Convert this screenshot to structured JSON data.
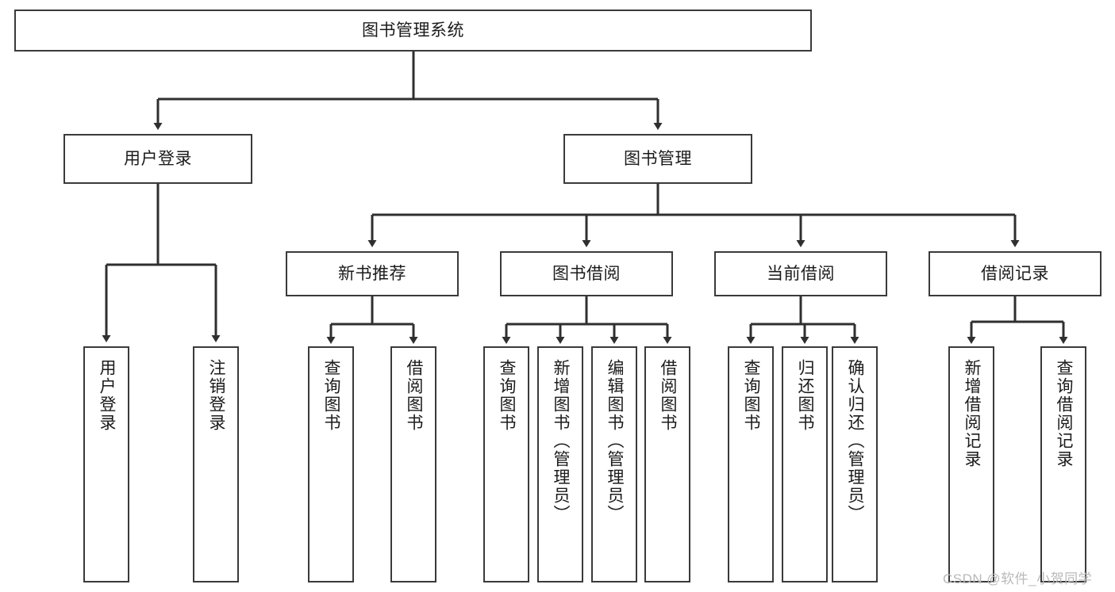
{
  "diagram": {
    "type": "tree-hierarchy-chart",
    "title_text": "图书管理系统",
    "colors": {
      "box_border": "#3a3a3a",
      "box_fill": "#ffffff",
      "connector": "#2f2f2f",
      "text": "#1b1b1b",
      "watermark": "#b9b9b9",
      "background": "#ffffff"
    },
    "levels": {
      "level0": [
        "图书管理系统"
      ],
      "level1": [
        "用户登录",
        "图书管理"
      ],
      "level2": [
        "新书推荐",
        "图书借阅",
        "当前借阅",
        "借阅记录"
      ],
      "level3": [
        "用户登录",
        "注销登录",
        "查询图书",
        "借阅图书",
        "查询图书",
        "新增图书（管理员）",
        "编辑图书（管理员）",
        "借阅图书",
        "查询图书",
        "归还图书",
        "确认归还（管理员）",
        "新增借阅记录",
        "查询借阅记录"
      ]
    },
    "nodes": {
      "root": {
        "label": "图书管理系统"
      },
      "user_login": {
        "label": "用户登录"
      },
      "book_manage": {
        "label": "图书管理"
      },
      "new_book_rec": {
        "label": "新书推荐"
      },
      "book_borrow": {
        "label": "图书借阅"
      },
      "current_borrow": {
        "label": "当前借阅"
      },
      "borrow_record": {
        "label": "借阅记录"
      },
      "leaf_user_login": {
        "label": "用户登录"
      },
      "leaf_logout": {
        "label": "注销登录"
      },
      "leaf_query_book_1": {
        "label": "查询图书"
      },
      "leaf_borrow_book_1": {
        "label": "借阅图书"
      },
      "leaf_query_book_2": {
        "label": "查询图书"
      },
      "leaf_add_book": {
        "label": "新增图书（管理员）"
      },
      "leaf_edit_book": {
        "label": "编辑图书（管理员）"
      },
      "leaf_borrow_book_2": {
        "label": "借阅图书"
      },
      "leaf_query_book_3": {
        "label": "查询图书"
      },
      "leaf_return_book": {
        "label": "归还图书"
      },
      "leaf_confirm_return": {
        "label": "确认归还（管理员）"
      },
      "leaf_add_record": {
        "label": "新增借阅记录"
      },
      "leaf_query_record": {
        "label": "查询借阅记录"
      }
    },
    "edges": [
      [
        "root",
        "user_login"
      ],
      [
        "root",
        "book_manage"
      ],
      [
        "user_login",
        "leaf_user_login"
      ],
      [
        "user_login",
        "leaf_logout"
      ],
      [
        "book_manage",
        "new_book_rec"
      ],
      [
        "book_manage",
        "book_borrow"
      ],
      [
        "book_manage",
        "current_borrow"
      ],
      [
        "book_manage",
        "borrow_record"
      ],
      [
        "new_book_rec",
        "leaf_query_book_1"
      ],
      [
        "new_book_rec",
        "leaf_borrow_book_1"
      ],
      [
        "book_borrow",
        "leaf_query_book_2"
      ],
      [
        "book_borrow",
        "leaf_add_book"
      ],
      [
        "book_borrow",
        "leaf_edit_book"
      ],
      [
        "book_borrow",
        "leaf_borrow_book_2"
      ],
      [
        "current_borrow",
        "leaf_query_book_3"
      ],
      [
        "current_borrow",
        "leaf_return_book"
      ],
      [
        "current_borrow",
        "leaf_confirm_return"
      ],
      [
        "borrow_record",
        "leaf_add_record"
      ],
      [
        "borrow_record",
        "leaf_query_record"
      ]
    ]
  },
  "watermark": {
    "text": "CSDN @软件_小贺同学"
  }
}
